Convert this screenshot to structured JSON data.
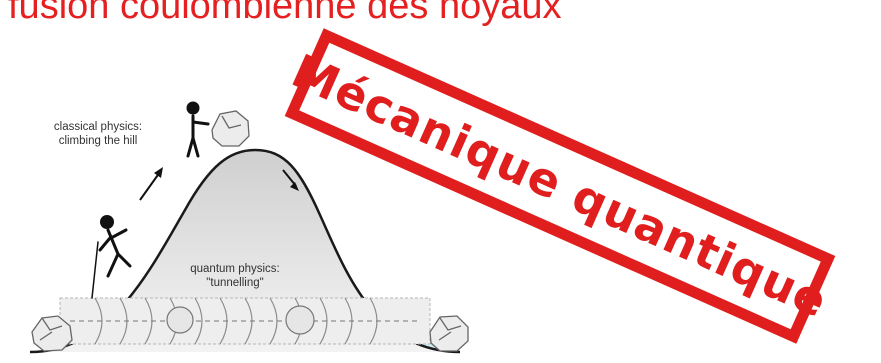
{
  "header": {
    "title": "fusion coulombienne des noyaux"
  },
  "diagram": {
    "classical_label_line1": "classical physics:",
    "classical_label_line2": "climbing the hill",
    "quantum_label_line1": "quantum physics:",
    "quantum_label_line2": "\"tunnelling\""
  },
  "stamp": {
    "text": "Mécanique quantique",
    "color": "#e01e1e"
  },
  "colors": {
    "title": "#e52020",
    "hill_fill": "#d8d8d8",
    "water": "#bfe7f2"
  }
}
